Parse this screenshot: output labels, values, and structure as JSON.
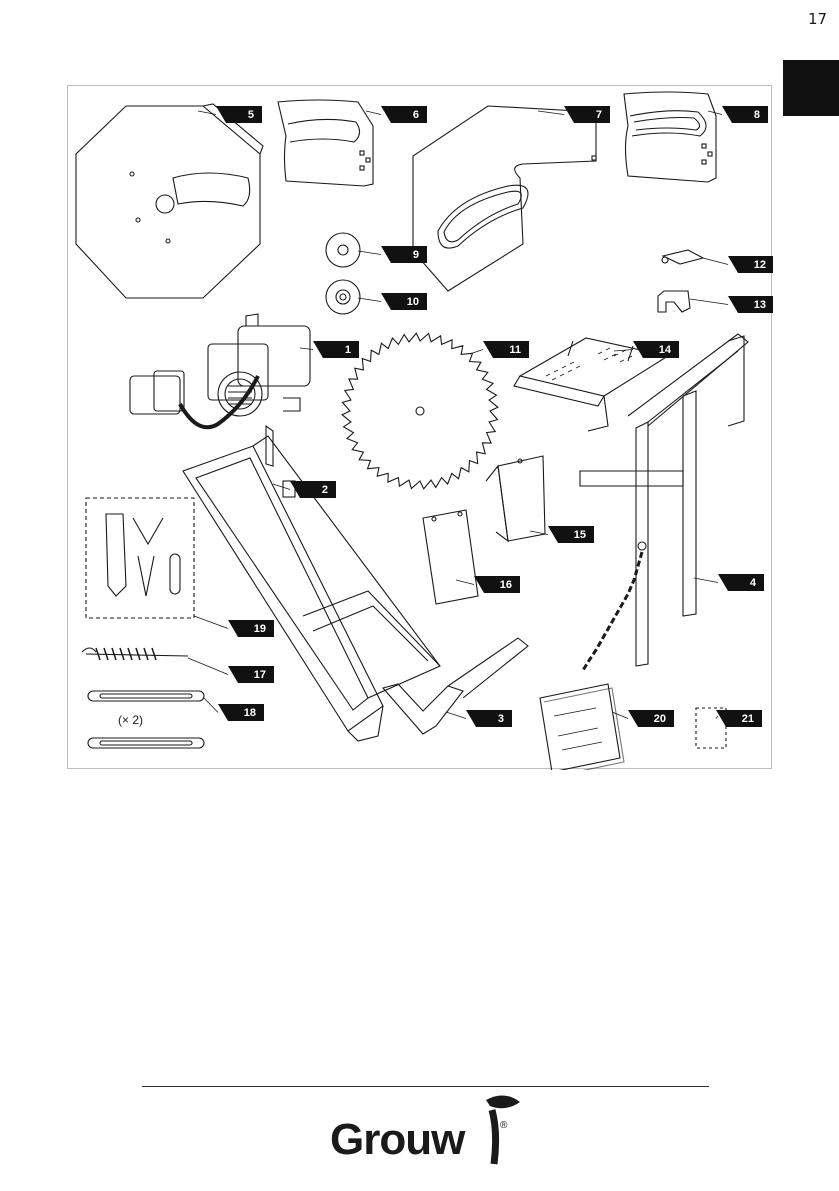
{
  "page": {
    "number": "17"
  },
  "figure": {
    "parts": [
      {
        "id": "p1",
        "number": "1"
      },
      {
        "id": "p2",
        "number": "2"
      },
      {
        "id": "p3",
        "number": "3"
      },
      {
        "id": "p4",
        "number": "4"
      },
      {
        "id": "p5",
        "number": "5"
      },
      {
        "id": "p6",
        "number": "6"
      },
      {
        "id": "p7",
        "number": "7"
      },
      {
        "id": "p8",
        "number": "8"
      },
      {
        "id": "p9",
        "number": "9"
      },
      {
        "id": "p10",
        "number": "10"
      },
      {
        "id": "p11",
        "number": "11"
      },
      {
        "id": "p12",
        "number": "12"
      },
      {
        "id": "p13",
        "number": "13"
      },
      {
        "id": "p14",
        "number": "14"
      },
      {
        "id": "p15",
        "number": "15"
      },
      {
        "id": "p16",
        "number": "16"
      },
      {
        "id": "p17",
        "number": "17"
      },
      {
        "id": "p18",
        "number": "18"
      },
      {
        "id": "p19",
        "number": "19"
      },
      {
        "id": "p20",
        "number": "20"
      },
      {
        "id": "p21",
        "number": "21"
      }
    ],
    "quantity_note": "(× 2)"
  },
  "footer": {
    "brand": "Grouw",
    "registered_mark": "®"
  }
}
